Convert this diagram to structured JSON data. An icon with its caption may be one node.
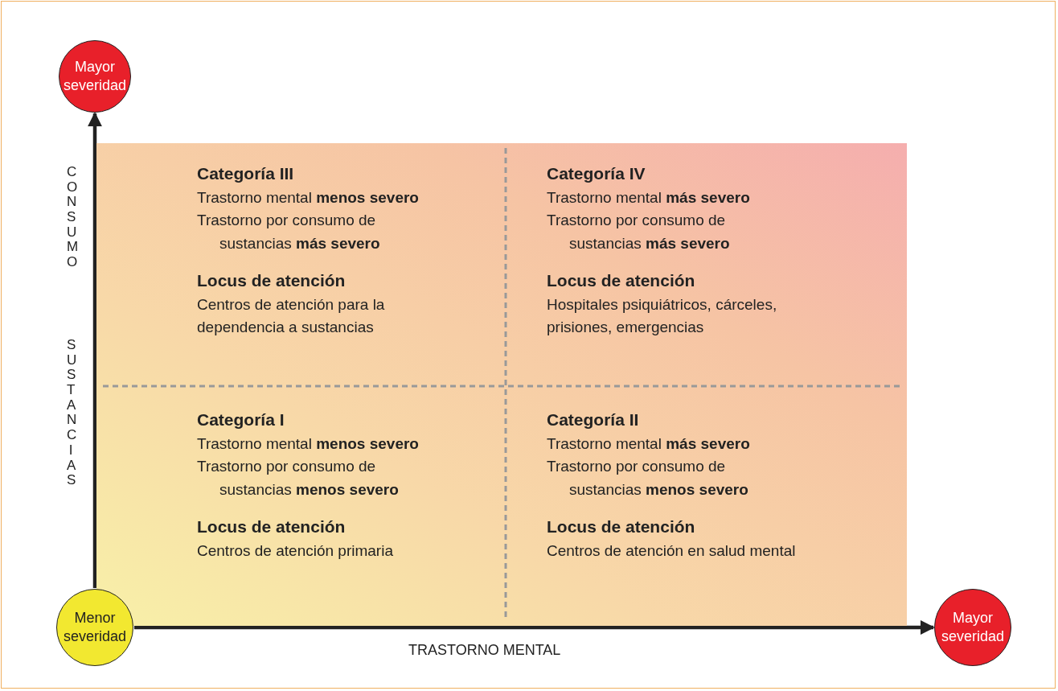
{
  "diagram": {
    "nodes": [
      {
        "text": [
          "Mayor severidad"
        ]
      },
      {
        "text": [],
        "shape": "box"
      },
      {
        "text": [
          "Categoría III",
          "Trastorno mental **menos severo**",
          "Trastorno por consumo de sustancias **más severo**",
          "Locus de atención",
          "Centros de atención para la dependencia a sustancias"
        ],
        "in": 1
      },
      {
        "text": [
          "Categoría IV",
          "Trastorno mental **más severo**",
          "Trastorno por consumo de sustancias **más severo**",
          "Locus de atención",
          "Hospitales psiquiátricos, cárceles, prisiones, emergencias"
        ],
        "in": 1
      },
      {
        "text": [
          "Categoría I",
          "Trastorno mental **menos severo**",
          "Trastorno por consumo de sustancias **menos severo**",
          "Locus de atención",
          "Centros de atención primaria"
        ],
        "in": 1
      },
      {
        "text": [
          "Categoría II",
          "Trastorno mental **más severo**",
          "Trastorno por consumo de sustancias **menos severo**",
          "Locus de atención",
          "Centros de atención en salud mental"
        ],
        "in": 1
      },
      {
        "text": [
          "Menor severidad"
        ]
      },
      {
        "text": [
          "Mayor severidad"
        ]
      }
    ],
    "edges": [
      {
        "from": 6,
        "to": 0,
        "arrow": "to"
      },
      {
        "from": 6,
        "to": 7,
        "arrow": "to"
      }
    ],
    "labels": [
      "CONSUMO",
      "SUSTANCIAS",
      "TRASTORNO MENTAL"
    ]
  }
}
